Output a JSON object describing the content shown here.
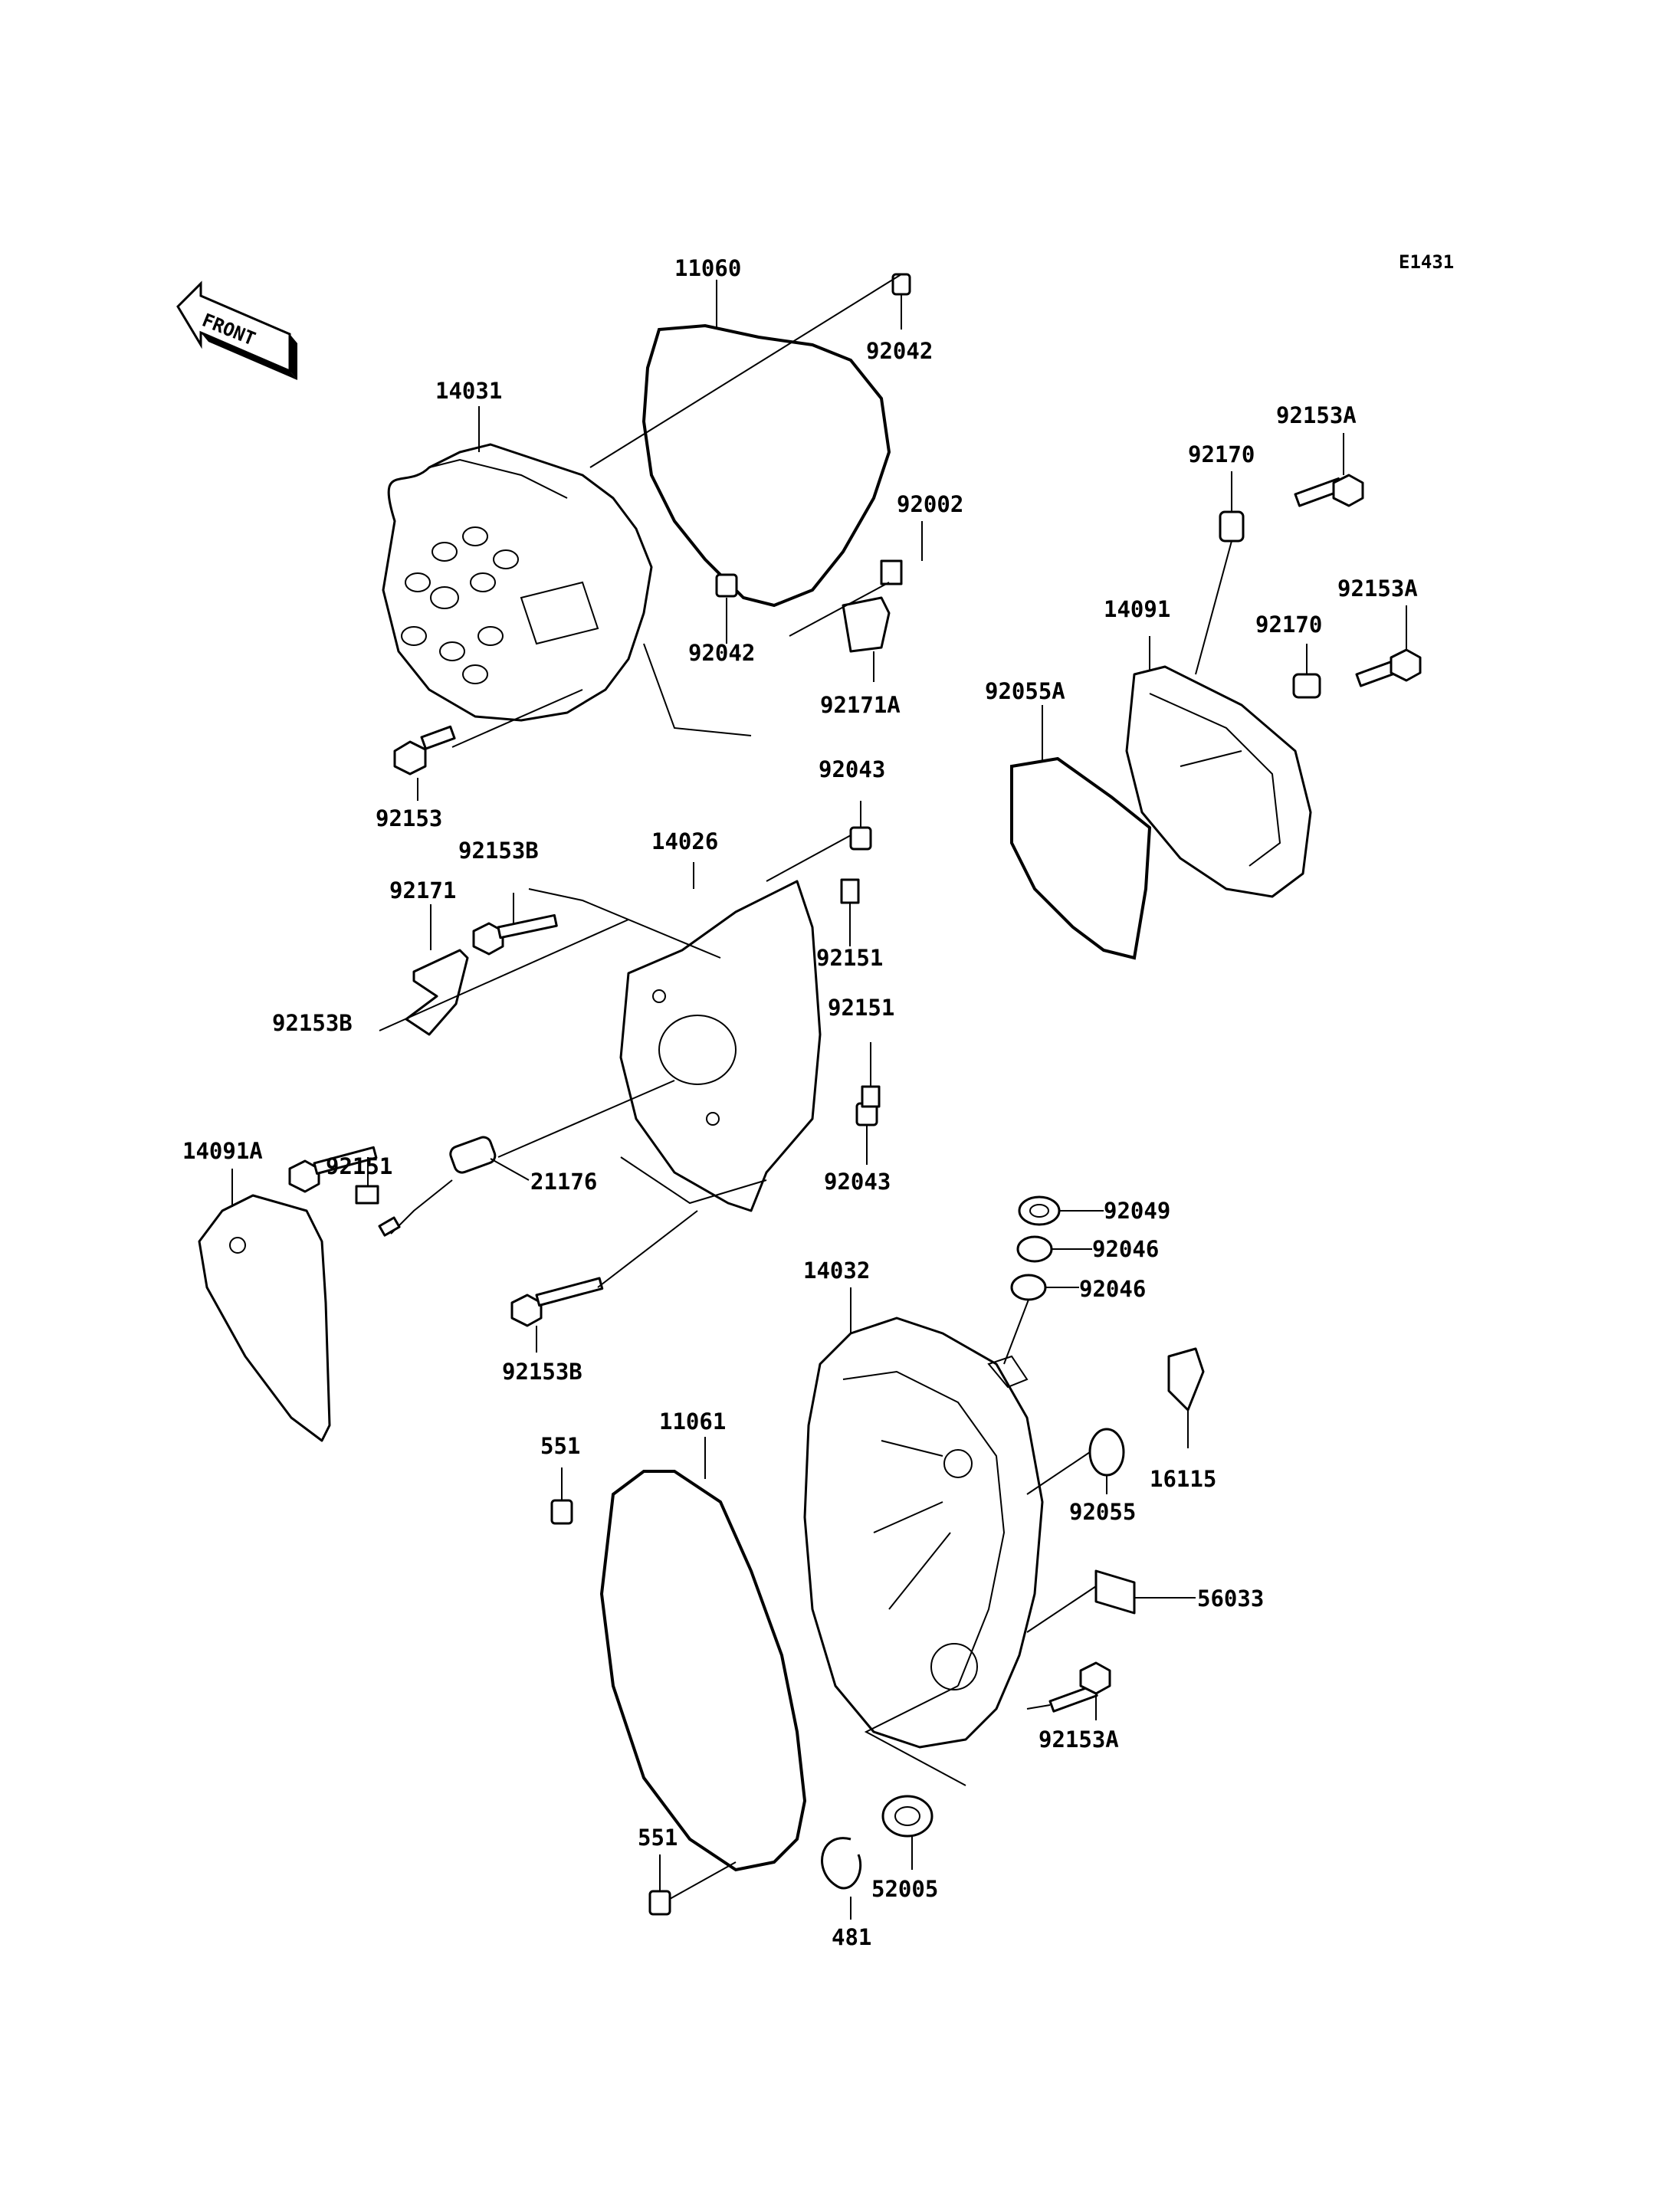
{
  "diagram": {
    "reference_code": "E1431",
    "front_label": "FRONT",
    "labels": {
      "p11060": "11060",
      "p92042_top": "92042",
      "p14031": "14031",
      "p92002": "92002",
      "p92042_mid": "92042",
      "p92171A": "92171A",
      "p92153": "92153",
      "p92153A_top": "92153A",
      "p92170_top": "92170",
      "p14091": "14091",
      "p92153A_mid": "92153A",
      "p92170_mid": "92170",
      "p92055A": "92055A",
      "p92043_top": "92043",
      "p14026": "14026",
      "p92153B_top": "92153B",
      "p92171": "92171",
      "p92151_a": "92151",
      "p92151_b": "92151",
      "p92153B_mid": "92153B",
      "p92151_c": "92151",
      "p14091A": "14091A",
      "p21176": "21176",
      "p92043_bot": "92043",
      "p92049": "92049",
      "p92046_a": "92046",
      "p92046_b": "92046",
      "p14032": "14032",
      "p92153B_bot": "92153B",
      "p551_top": "551",
      "p11061": "11061",
      "p16115": "16115",
      "p92055": "92055",
      "p56033": "56033",
      "p92153A_bot": "92153A",
      "p551_bot": "551",
      "p481": "481",
      "p52005": "52005"
    }
  }
}
